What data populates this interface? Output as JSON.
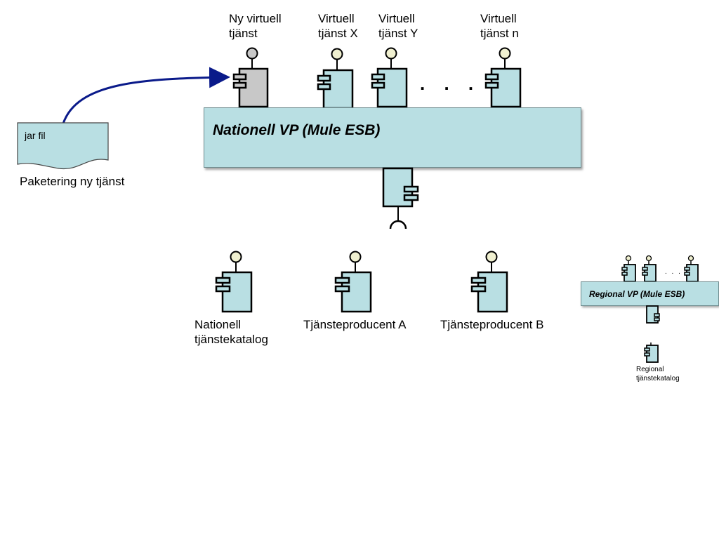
{
  "top_services": [
    {
      "line1": "Ny virtuell",
      "line2": "tjänst"
    },
    {
      "line1": "Virtuell",
      "line2": "tjänst X"
    },
    {
      "line1": "Virtuell",
      "line2": "tjänst Y"
    },
    {
      "line1": "Virtuell",
      "line2": "tjänst n"
    }
  ],
  "ellipsis": ". . .",
  "jar": {
    "doc_text": "jar fil",
    "caption": "Paketering ny tjänst"
  },
  "esb": {
    "title": "Nationell VP (Mule ESB)"
  },
  "bottom_services": [
    {
      "line1": "Nationell",
      "line2": "tjänstekatalog"
    },
    {
      "line1": "Tjänsteproducent A",
      "line2": ""
    },
    {
      "line1": "Tjänsteproducent B",
      "line2": ""
    }
  ],
  "regional": {
    "title": "Regional VP (Mule ESB)",
    "ellipsis": ". . .",
    "catalog_line1": "Regional",
    "catalog_line2": "tjänstekatalog"
  },
  "colors": {
    "component_fill": "#b9dfe3",
    "new_component_fill": "#c8c8c8",
    "lollipop_fill": "#f0f0d0",
    "arrow": "#0a1a8a"
  }
}
